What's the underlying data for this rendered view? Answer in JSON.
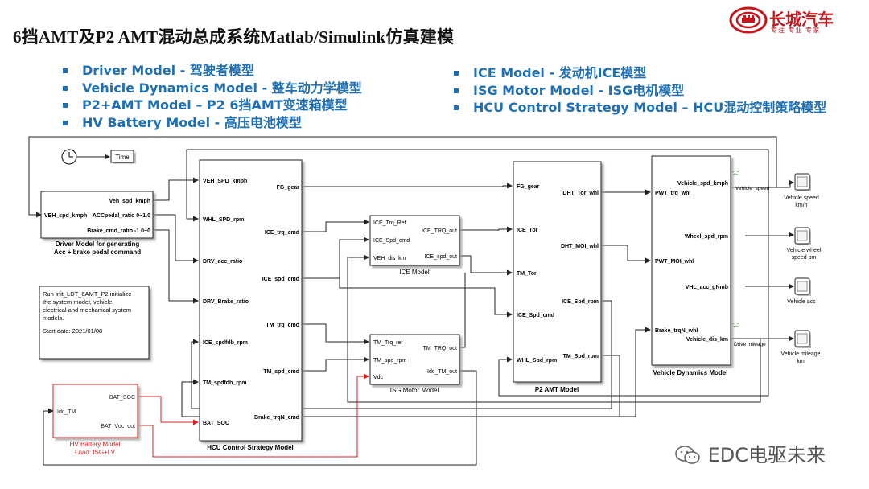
{
  "title": "6挡AMT及P2 AMT混动总成系统Matlab/Simulink仿真建模",
  "logo": {
    "name": "长城汽车",
    "slogan": "专注 专业 专家"
  },
  "bullets_left": [
    "Driver Model - 驾驶者模型",
    "Vehicle Dynamics Model - 整车动力学模型",
    "P2+AMT Model – P2 6挡AMT变速箱模型",
    "HV Battery Model - 高压电池模型"
  ],
  "bullets_right": [
    "ICE Model - 发动机ICE模型",
    "ISG Motor Model - ISG电机模型",
    "HCU Control Strategy Model – HCU混动控制策略模型"
  ],
  "clock": {
    "label": "Time"
  },
  "driver": {
    "ports_in": [
      "VEH_spd_kmph"
    ],
    "ports_out": [
      "Veh_spd_kmph",
      "ACCpedal_ratio 0~1.0",
      "Brake_cmd_ratio -1.0~0"
    ],
    "caption": [
      "Driver Model for generating",
      "Acc + brake pedal command"
    ]
  },
  "note": {
    "lines": [
      "Run Init_LDT_6AMT_P2 initialize",
      "the system model, vehicle",
      "electrical and mechanical system",
      "models."
    ],
    "date": "Start date: 2021/01/08"
  },
  "battery": {
    "ports_in": [
      "Idc_TM"
    ],
    "ports_out": [
      "BAT_SOC",
      "BAT_Vdc_out"
    ],
    "caption": [
      "HV Battery Model",
      "Load: ISG+LV"
    ]
  },
  "hcu": {
    "ports_in": [
      "VEH_SPD_kmph",
      "WHL_SPD_rpm",
      "DRV_acc_ratio",
      "DRV_Brake_ratio",
      "ICE_spdfdb_rpm",
      "TM_spdfdb_rpm",
      "BAT_SOC"
    ],
    "ports_out": [
      "FG_gear",
      "ICE_trq_cmd",
      "ICE_spd_cmd",
      "TM_trq_cmd",
      "TM_spd_cmd",
      "Brake_trqN_cmd"
    ],
    "caption": "HCU Control Strategy Model"
  },
  "ice": {
    "ports_in": [
      "ICE_Trq_Ref",
      "ICE_Spd_cmd",
      "VEH_dis_km"
    ],
    "ports_out": [
      "ICE_TRQ_out",
      "ICE_spd_out"
    ],
    "caption": "ICE Model"
  },
  "isg": {
    "ports_in": [
      "TM_Trq_ref",
      "TM_spd_rpm",
      "Vdc"
    ],
    "ports_out": [
      "TM_TRQ_out",
      "Idc_TM_out"
    ],
    "caption": "ISG Motor Model"
  },
  "amt": {
    "ports_in": [
      "FG_gear",
      "ICE_Tor",
      "TM_Tor",
      "ICE_Spd_cmd",
      "WHL_Spd_rpm"
    ],
    "ports_out": [
      "DHT_Tor_whl",
      "DHT_MOI_whl",
      "ICE_Spd_rpm",
      "TM_Spd_rpm"
    ],
    "caption": "P2 AMT Model"
  },
  "vehicle": {
    "ports_in": [
      "PWT_trq_whl",
      "PWT_MOI_whl",
      "Brake_trqN_whl"
    ],
    "ports_out": [
      "Vehicle_spd_kmph",
      "Wheel_spd_rpm",
      "VHL_acc_gNmb",
      "Vehicle_dis_km"
    ],
    "caption": "Vehicle Dynamics Model"
  },
  "signals": {
    "vehicle_speed": "Vehicle_speed",
    "drive_mileage": "Drive mileage"
  },
  "scopes": [
    {
      "name": "scope-vehicle-speed",
      "label": [
        "Vehicle speed",
        "km/h"
      ]
    },
    {
      "name": "scope-vehicle-wheel-speed",
      "label": [
        "Vehicle wheel",
        "speed pm"
      ]
    },
    {
      "name": "scope-vehicle-acc",
      "label": [
        "Vehicle acc"
      ]
    },
    {
      "name": "scope-vehicle-mileage",
      "label": [
        "Vehicle mileage",
        "km"
      ]
    }
  ],
  "watermark": "EDC电驱未来",
  "colors": {
    "accent_blue": "#1f6fb5",
    "brand_red": "#c4161c",
    "battery_red": "#d42020"
  }
}
